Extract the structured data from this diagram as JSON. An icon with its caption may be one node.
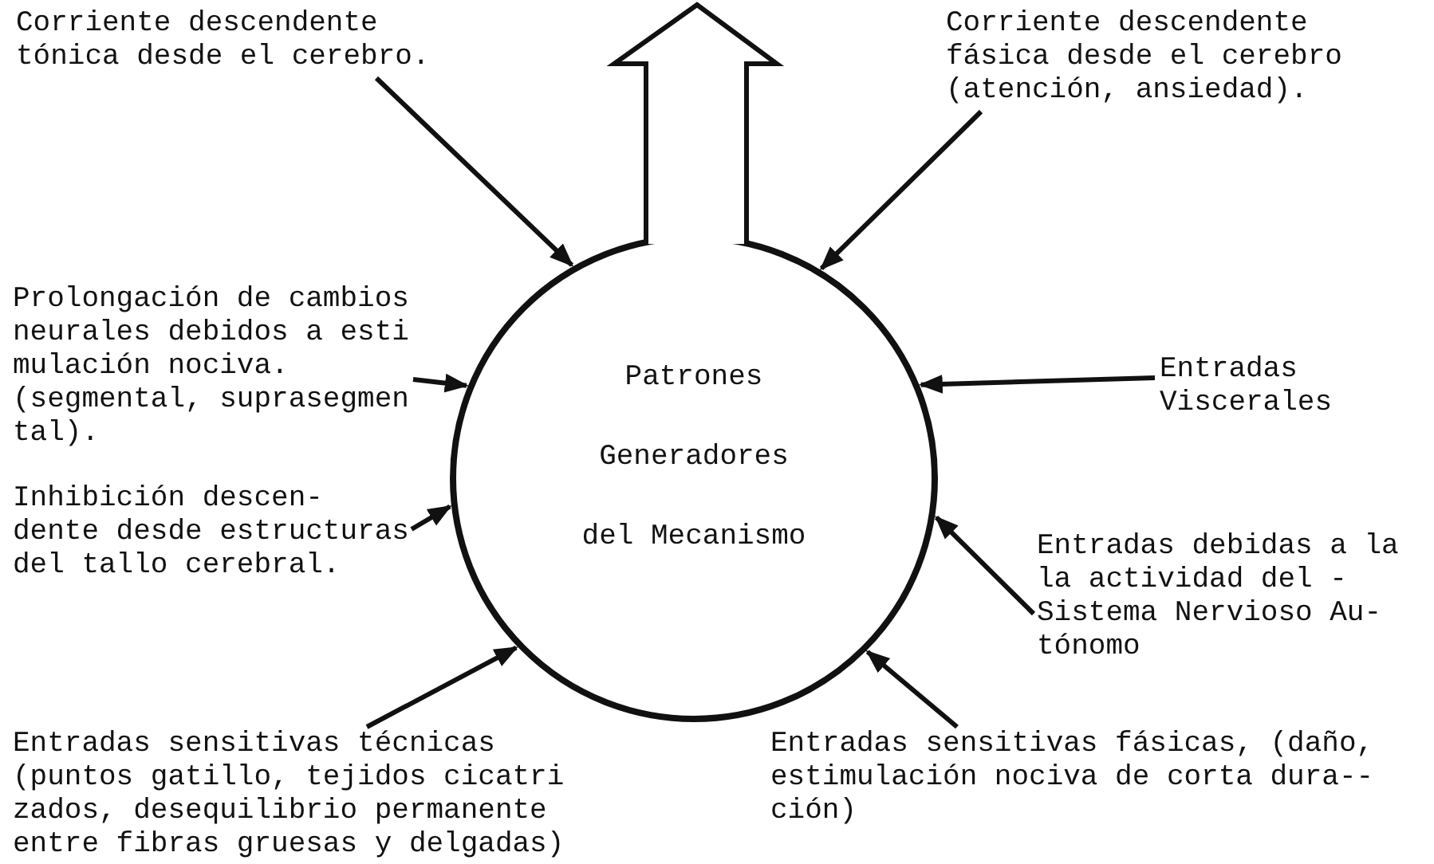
{
  "diagram": {
    "nodes": [
      {
        "text": [
          "Patrones Generadores del Mecanismo"
        ]
      },
      {
        "text": [
          "Corriente descendente tónica desde el cerebro."
        ]
      },
      {
        "text": [
          "Corriente descendente fásica desde el cerebro (atención, ansiedad)."
        ]
      },
      {
        "text": [
          "Prolongación de cambios neurales debidos a esti mulación nociva. (segmental, suprasegmen tal)."
        ]
      },
      {
        "text": [
          "Entradas Viscerales"
        ]
      },
      {
        "text": [
          "Inhibición descen- dente desde estructuras del tallo cerebral."
        ]
      },
      {
        "text": [
          "Entradas debidas a la la actividad del - Sistema Nervioso Au- tónomo"
        ]
      },
      {
        "text": [
          "Entradas sensitivas técnicas (puntos gatillo, tejidos cicatri zados, desequilibrio permanente entre fibras gruesas y delgadas)"
        ]
      },
      {
        "text": [
          "Entradas sensitivas fásicas, (daño, estimulación nociva de corta dura-- ción)"
        ]
      }
    ],
    "edges": [
      {
        "from": 0,
        "to": null,
        "arrow": "to"
      },
      {
        "from": 1,
        "to": 0,
        "arrow": "to"
      },
      {
        "from": 2,
        "to": 0,
        "arrow": "to"
      },
      {
        "from": 3,
        "to": 0,
        "arrow": "to"
      },
      {
        "from": 4,
        "to": 0,
        "arrow": "to"
      },
      {
        "from": 5,
        "to": 0,
        "arrow": "to"
      },
      {
        "from": 6,
        "to": 0,
        "arrow": "to"
      },
      {
        "from": 7,
        "to": 0,
        "arrow": "to"
      },
      {
        "from": 8,
        "to": 0,
        "arrow": "to"
      }
    ]
  }
}
